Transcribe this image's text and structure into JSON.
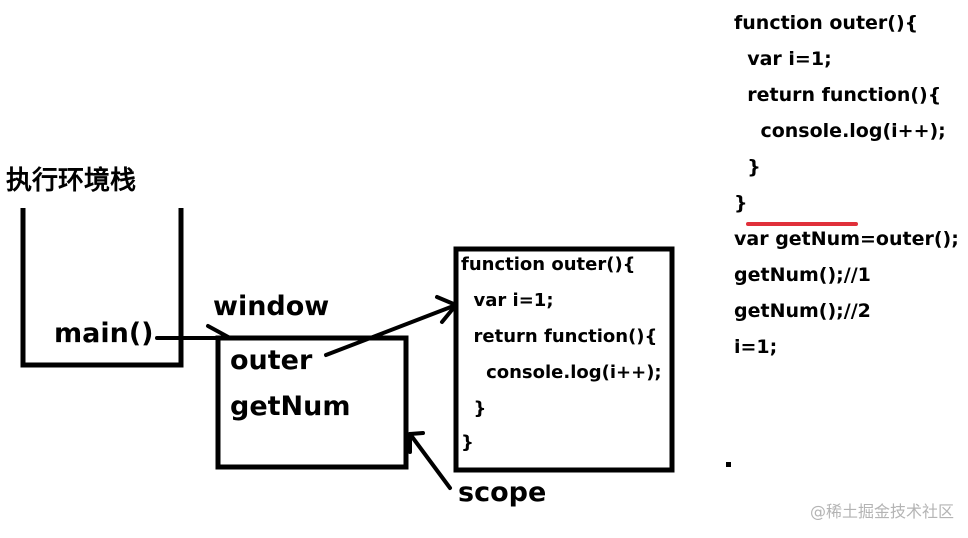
{
  "stack": {
    "title": "执行环境栈",
    "entry": "main()"
  },
  "window_scope": {
    "label": "window",
    "vars": [
      "outer",
      "getNum"
    ]
  },
  "scope_label": "scope",
  "function_box": {
    "lines": [
      "function outer(){",
      "  var i=1;",
      "  return function(){",
      "    console.log(i++);",
      "  }",
      "}"
    ]
  },
  "code_listing": {
    "lines": [
      "function outer(){",
      "  var i=1;",
      "  return function(){",
      "    console.log(i++);",
      "  }",
      "}",
      "var getNum=outer();",
      "getNum();//1",
      "getNum();//2",
      "i=1;"
    ],
    "underline_color": "#e0303a"
  },
  "watermark": "@稀土掘金技术社区"
}
